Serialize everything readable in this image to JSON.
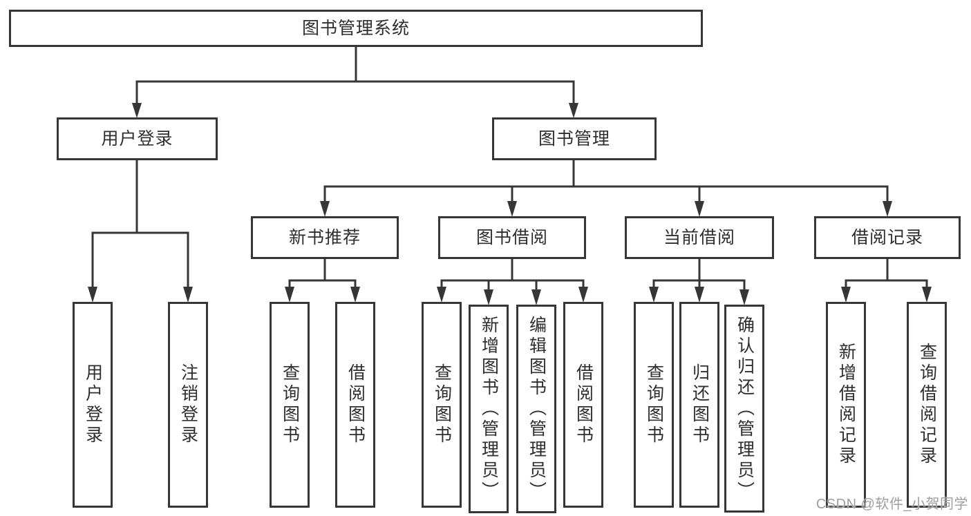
{
  "tree": {
    "root": {
      "label": "图书管理系统"
    },
    "branches": [
      {
        "label": "用户登录",
        "children": [
          {
            "label": "用户登录"
          },
          {
            "label": "注销登录"
          }
        ]
      },
      {
        "label": "图书管理",
        "children": [
          {
            "label": "新书推荐",
            "children": [
              {
                "label": "查询图书"
              },
              {
                "label": "借阅图书"
              }
            ]
          },
          {
            "label": "图书借阅",
            "children": [
              {
                "label": "查询图书"
              },
              {
                "label": "新增图书（管理员）"
              },
              {
                "label": "编辑图书（管理员）"
              },
              {
                "label": "借阅图书"
              }
            ]
          },
          {
            "label": "当前借阅",
            "children": [
              {
                "label": "查询图书"
              },
              {
                "label": "归还图书"
              },
              {
                "label": "确认归还（管理员）"
              }
            ]
          },
          {
            "label": "借阅记录",
            "children": [
              {
                "label": "新增借阅记录"
              },
              {
                "label": "查询借阅记录"
              }
            ]
          }
        ]
      }
    ]
  },
  "watermark": {
    "text": "CSDN @软件_小贺同学"
  },
  "colors": {
    "line": "#363636",
    "text": "#2e2e2e",
    "background": "#ffffff",
    "watermark": "#9e9e9e"
  }
}
